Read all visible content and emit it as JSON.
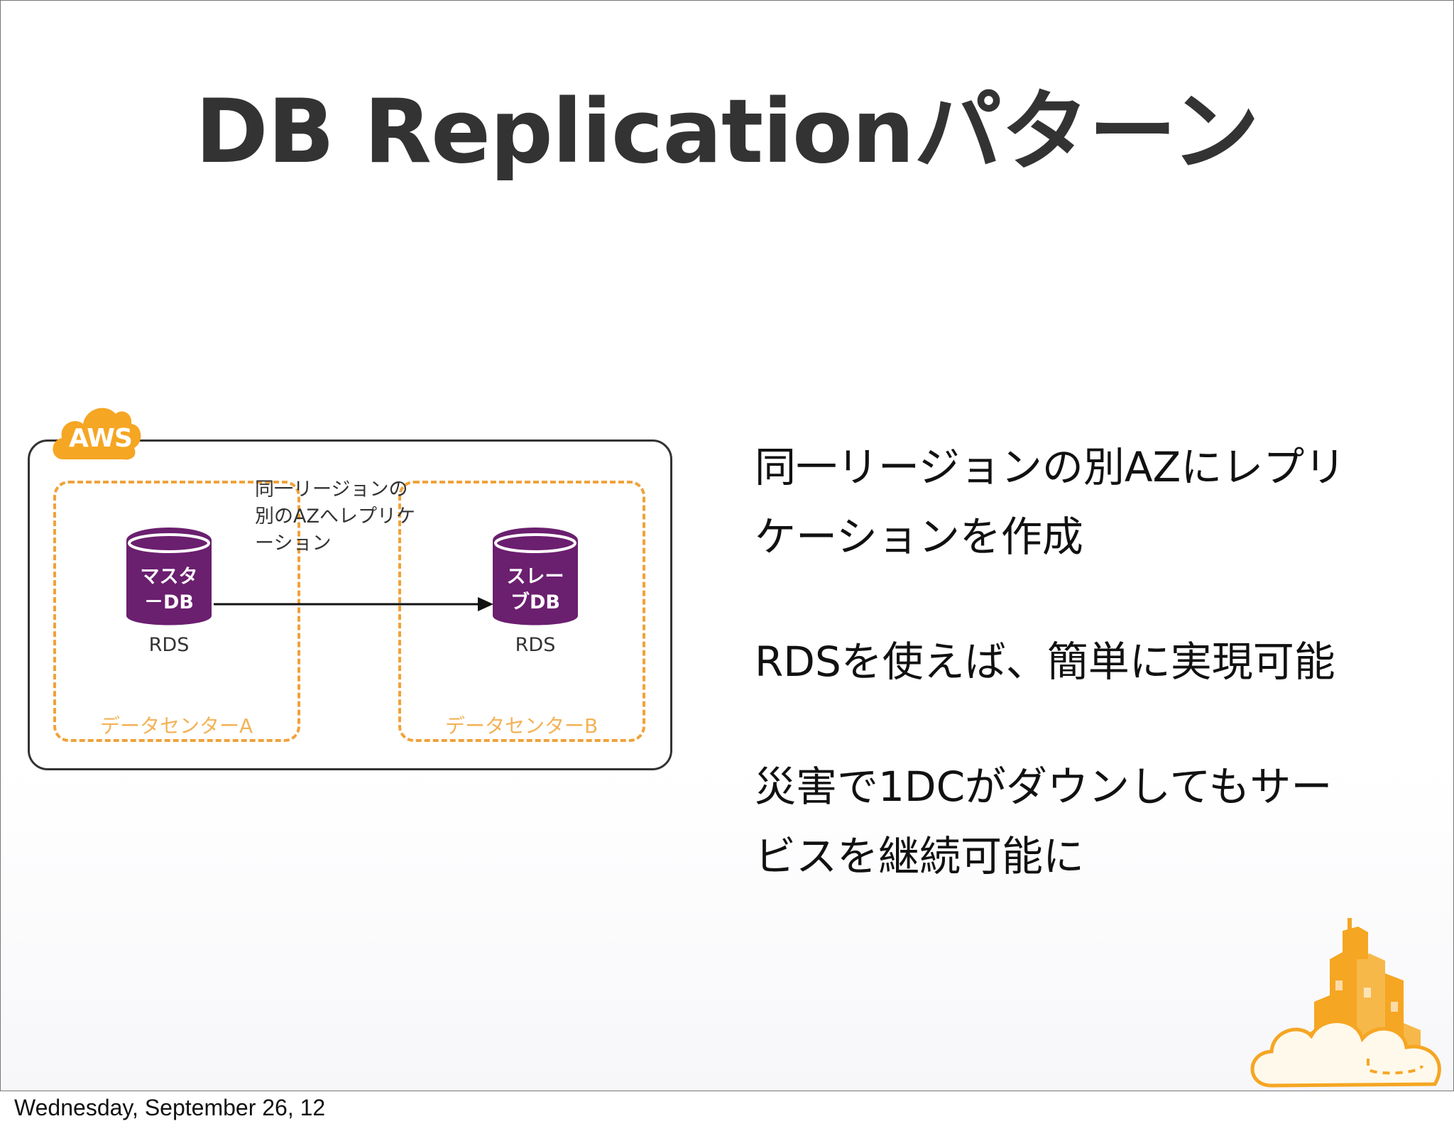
{
  "slide": {
    "title": "DB Replicationパターン"
  },
  "diagram": {
    "cloud_label": "AWS",
    "datacenter_a_label": "データセンターA",
    "datacenter_b_label": "データセンターB",
    "master_db_label": "マスタ\n－DB",
    "slave_db_label": "スレー\nブDB",
    "master_service": "RDS",
    "slave_service": "RDS",
    "replication_note": "同一リージョンの\n別のAZへレプリケ\nーション",
    "colors": {
      "db_purple": "#6b1f6f",
      "dashed_orange": "#f0a23a",
      "cloud_orange": "#f5a623"
    }
  },
  "bullets": [
    "同一リージョンの別AZにレプリ\nケーションを作成",
    "RDSを使えば、簡単に実現可能",
    "災害で1DCがダウンしてもサー\nビスを継続可能に"
  ],
  "footer": {
    "date": "Wednesday, September 26, 12"
  }
}
